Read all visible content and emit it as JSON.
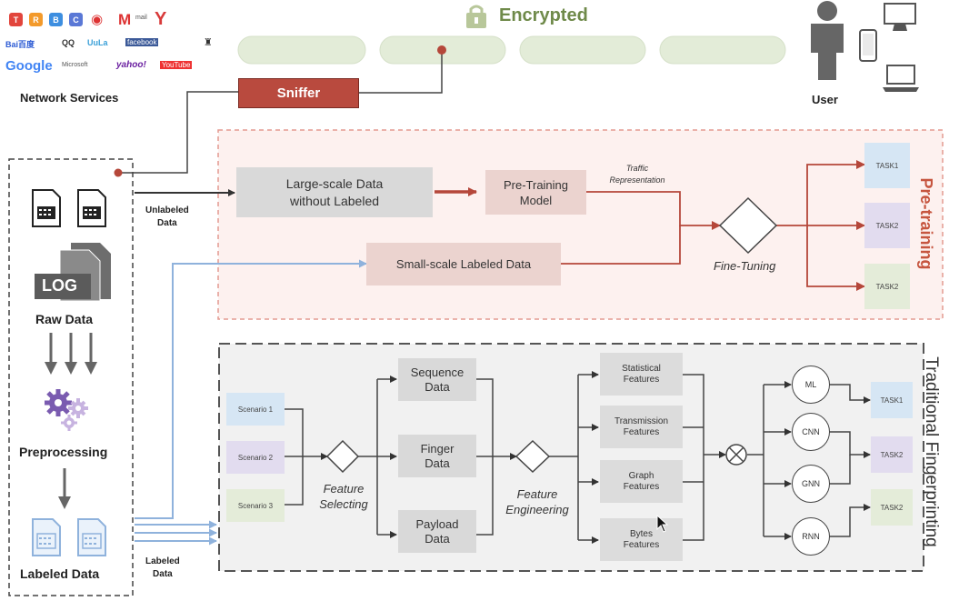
{
  "top": {
    "encrypted": "Encrypted",
    "network_services": "Network Services",
    "sniffer": "Sniffer",
    "user": "User",
    "services": {
      "baidu": "Bai百度",
      "qq": "QQ",
      "ulu": "UuLa",
      "facebook": "facebook",
      "google": "Google",
      "microsoft": "Microsoft",
      "yahoo": "yahoo!",
      "youtube": "YouTube",
      "m": "M",
      "y": "Y"
    }
  },
  "left": {
    "log": "LOG",
    "raw_data": "Raw Data",
    "preprocessing": "Preprocessing",
    "labeled_data": "Labeled Data",
    "unlabeled_data": "Unlabeled\nData",
    "labeled_data_arrow": "Labeled\nData"
  },
  "pretraining": {
    "title": "Pre-training",
    "large_scale": "Large-scale Data\nwithout Labeled",
    "model": "Pre-Training\nModel",
    "traffic_rep": "Traffic\nRepresentation",
    "small_scale": "Small-scale Labeled Data",
    "fine_tuning": "Fine-Tuning",
    "tasks": [
      "TASK1",
      "TASK2",
      "TASK2"
    ]
  },
  "traditional": {
    "title": "Traditional Fingerprinting",
    "scenarios": [
      "Scenario 1",
      "Scenario 2",
      "Scenario 3"
    ],
    "feature_selecting": "Feature\nSelecting",
    "data_types": [
      "Sequence\nData",
      "Finger\nData",
      "Payload\nData"
    ],
    "feature_engineering": "Feature\nEngineering",
    "features": [
      "Statistical\nFeatures",
      "Transmission\nFeatures",
      "Graph\nFeatures",
      "Bytes\nFeatures"
    ],
    "models": [
      "ML",
      "CNN",
      "GNN",
      "RNN"
    ],
    "tasks": [
      "TASK1",
      "TASK2",
      "TASK2"
    ]
  },
  "colors": {
    "red": "#b5473a",
    "blue": "#8fb2dc",
    "dark": "#333333"
  }
}
